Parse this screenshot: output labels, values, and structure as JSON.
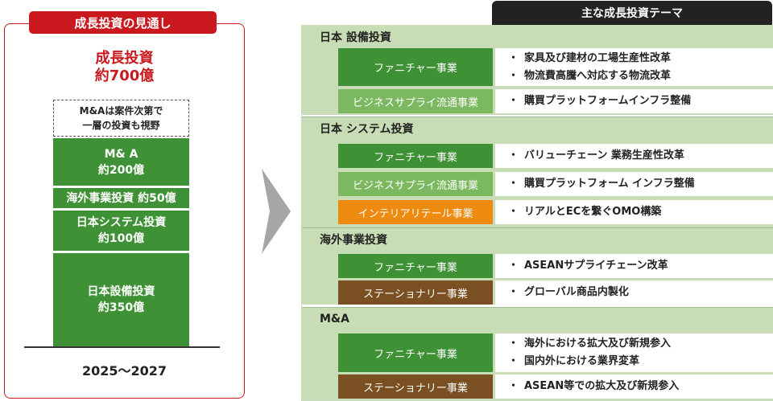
{
  "left": {
    "tab_title": "成長投資の見通し",
    "total_line1": "成長投資",
    "total_line2": "約700億",
    "dashed_line1": "M&Aは案件次第で",
    "dashed_line2": "一層の投資も視野",
    "blocks": [
      {
        "line1": "M& A",
        "line2": "約200億",
        "share": 200
      },
      {
        "line1": "海外事業投資 約50億",
        "line2": "",
        "share": 50
      },
      {
        "line1": "日本システム投資",
        "line2": "約100億",
        "share": 100
      },
      {
        "line1": "日本設備投資",
        "line2": "約350億",
        "share": 350
      }
    ],
    "period": "2025〜2027"
  },
  "right": {
    "header": "主な成長投資テーマ",
    "sections": [
      {
        "title": "日本 設備投資",
        "rows": [
          {
            "business": "ファニチャー事業",
            "color": "#3f9135",
            "themes": [
              "家具及び建材の工場生産性改革",
              "物流費高騰へ対応する物流改革"
            ]
          },
          {
            "business": "ビジネスサプライ流通事業",
            "color": "#7cb85f",
            "themes": [
              "購買プラットフォームインフラ整備"
            ]
          }
        ]
      },
      {
        "title": "日本 システム投資",
        "rows": [
          {
            "business": "ファニチャー事業",
            "color": "#3f9135",
            "themes": [
              "バリューチェーン 業務生産性改革"
            ]
          },
          {
            "business": "ビジネスサプライ流通事業",
            "color": "#7cb85f",
            "themes": [
              "購買プラットフォーム インフラ整備"
            ]
          },
          {
            "business": "インテリアリテール事業",
            "color": "#ee8a0e",
            "themes": [
              "リアルとECを繋ぐOMO構築"
            ]
          }
        ]
      },
      {
        "title": "海外事業投資",
        "rows": [
          {
            "business": "ファニチャー事業",
            "color": "#3f9135",
            "themes": [
              "ASEANサプライチェーン改革"
            ]
          },
          {
            "business": "ステーショナリー事業",
            "color": "#7a4f21",
            "themes": [
              "グローバル商品内製化"
            ]
          }
        ]
      },
      {
        "title": "M&A",
        "rows": [
          {
            "business": "ファニチャー事業",
            "color": "#3f9135",
            "themes": [
              "海外における拡大及び新規参入",
              "国内外における業界変革"
            ]
          },
          {
            "business": "ステーショナリー事業",
            "color": "#7a4f21",
            "themes": [
              "ASEAN等での拡大及び新規参入"
            ]
          }
        ]
      }
    ]
  }
}
